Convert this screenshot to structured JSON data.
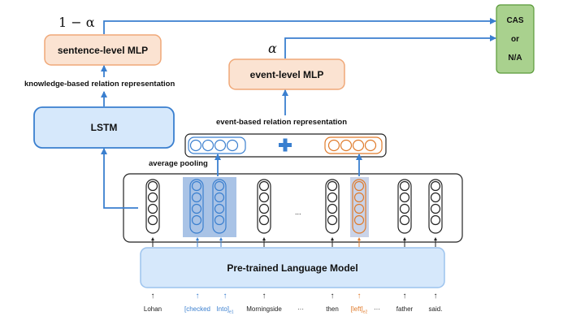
{
  "labels": {
    "one_minus_alpha": "1 − α",
    "alpha": "α",
    "sentence_mlp": "sentence-level MLP",
    "event_mlp": "event-level MLP",
    "knowledge_rel": "knowledge-based relation representation",
    "event_rel": "event-based relation representation",
    "lstm": "LSTM",
    "avg_pooling": "average pooling",
    "plm": "Pre-trained Language Model",
    "output_line1": "CAS",
    "output_line2": "or",
    "output_line3": "N/A",
    "plus": "✚",
    "mid_ellipsis": "..."
  },
  "tokens": [
    {
      "text": "Lohan",
      "color": "default"
    },
    {
      "text": "[checked",
      "color": "blue"
    },
    {
      "text": "Into]",
      "sub": "e1",
      "color": "blue"
    },
    {
      "text": "Morningside",
      "color": "default"
    },
    {
      "text": "···",
      "color": "default"
    },
    {
      "text": "then",
      "color": "default"
    },
    {
      "text": "[left]",
      "sub": "e2",
      "color": "orange"
    },
    {
      "text": "···",
      "color": "default"
    },
    {
      "text": "father",
      "color": "default"
    },
    {
      "text": "said.",
      "color": "default"
    }
  ],
  "colors": {
    "mlp_fill": "#fbe3d2",
    "mlp_stroke": "#f0a878",
    "lstm_fill": "#d6e8fb",
    "lstm_stroke": "#3a7fcf",
    "plm_fill": "#d6e8fb",
    "plm_stroke": "#9cc3ee",
    "output_fill": "#a9d18e",
    "output_stroke": "#5a9a3a",
    "blue": "#3a7fcf",
    "orange": "#e07b2b",
    "highlight_blue": "#a9c3e6",
    "highlight_orange": "#c9d3e8"
  }
}
